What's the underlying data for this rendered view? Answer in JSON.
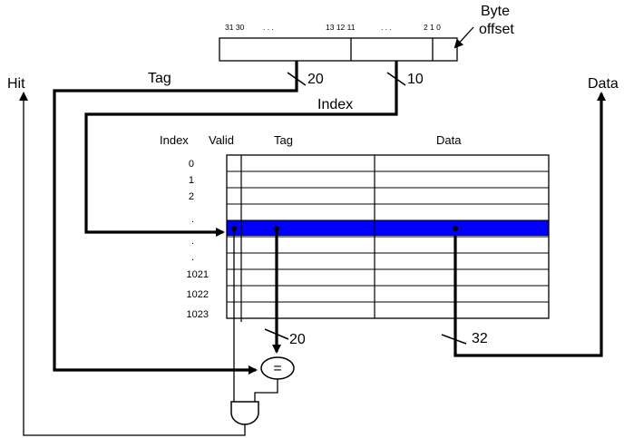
{
  "address_field": {
    "bit_labels": {
      "b31_30": "31 30",
      "dots_left": ". . .",
      "b13_12_11": "13 12  11",
      "dots_right": ". . .",
      "b2_1_0": "2  1  0"
    },
    "byte_offset_label_line1": "Byte",
    "byte_offset_label_line2": "offset"
  },
  "signals": {
    "tag": "Tag",
    "tag_width": "20",
    "index": "Index",
    "index_width": "10",
    "hit": "Hit",
    "data": "Data",
    "compare_width": "20",
    "data_width": "32"
  },
  "table": {
    "headers": {
      "index": "Index",
      "valid": "Valid",
      "tag": "Tag",
      "data": "Data"
    },
    "row_labels": [
      "0",
      "1",
      "2",
      ".",
      ".",
      ".",
      "1021",
      "1022",
      "1023"
    ],
    "highlight_color": "#0000ff"
  },
  "comparator_symbol": "="
}
